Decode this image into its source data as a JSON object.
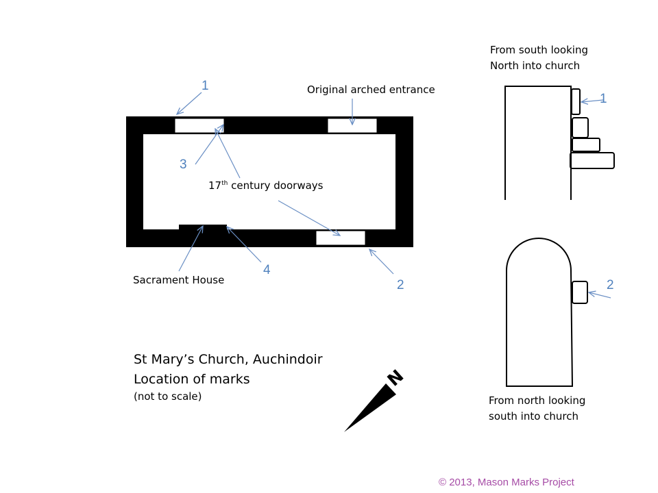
{
  "plan": {
    "labels": {
      "original_entrance": "Original arched entrance",
      "doorways_main": "17",
      "doorways_sup": "th",
      "doorways_rest": " century doorways",
      "sacrament_house": "Sacrament House"
    },
    "marks": [
      "1",
      "2",
      "3",
      "4"
    ]
  },
  "elevations": {
    "south_view": {
      "line1": "From south looking",
      "line2": "North into church",
      "mark": "1"
    },
    "north_view": {
      "line1": "From north looking",
      "line2": "south into church",
      "mark": "2"
    }
  },
  "title": {
    "line1": "St Mary’s Church, Auchindoir",
    "line2": "Location of marks",
    "note": "(not to scale)"
  },
  "compass": {
    "letter": "N"
  },
  "copyright": "© 2013, Mason Marks Project",
  "colors": {
    "arrow": "#6a8fc4",
    "mark_number": "#4f81bd",
    "walls": "#000000",
    "copyright": "#a64ca6"
  }
}
